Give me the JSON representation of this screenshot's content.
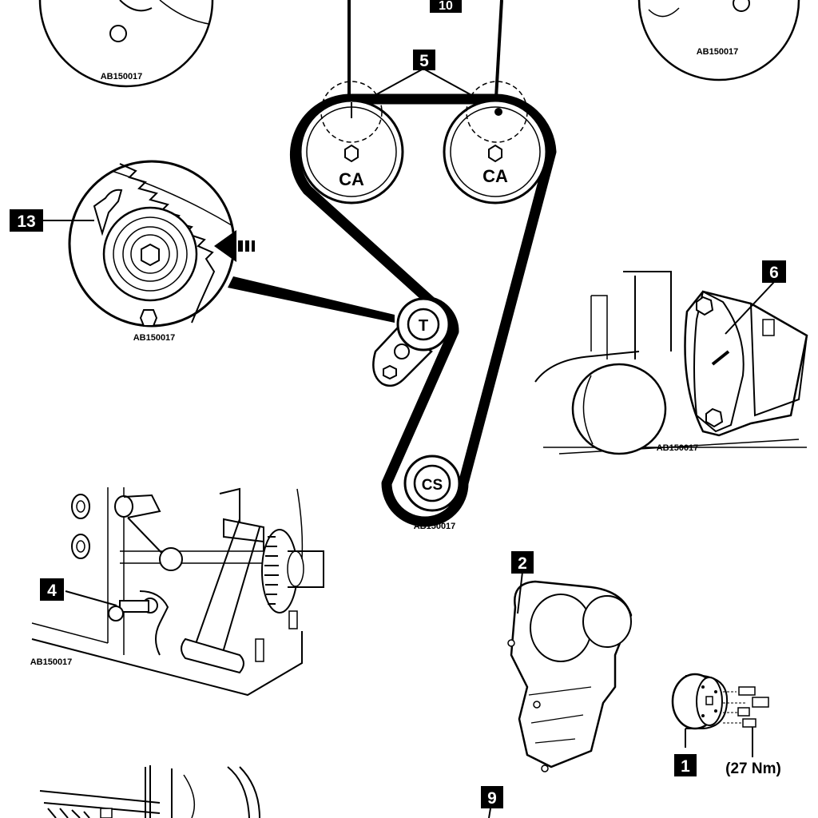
{
  "ref_code": "AB150017",
  "callouts": {
    "c1": "1",
    "c2": "2",
    "c4": "4",
    "c5": "5",
    "c6": "6",
    "c9": "9",
    "c10": "10",
    "c13": "13"
  },
  "pulleys": {
    "camshaft_left": "CA",
    "camshaft_right": "CA",
    "tensioner": "T",
    "crankshaft": "CS"
  },
  "torque_spec": "(27 Nm)",
  "colors": {
    "ink": "#000000",
    "paper": "#ffffff"
  }
}
